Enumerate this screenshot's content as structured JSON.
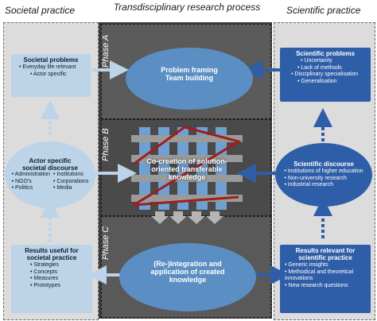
{
  "columns": {
    "left": "Societal practice",
    "middle": "Transdisciplinary research process",
    "right": "Scientific practice"
  },
  "phases": {
    "a": "Phase A",
    "b": "Phase B",
    "c": "Phase C"
  },
  "middle": {
    "top": [
      "Problem framing",
      "Team building"
    ],
    "center": [
      "Co-creation of solution-",
      "oriented transferable",
      "knowledge"
    ],
    "bottom": [
      "(Re-)Integration and",
      "application of created",
      "knowledge"
    ]
  },
  "left": {
    "problems": {
      "title": "Societal problems",
      "items": [
        "Everyday life relevant",
        "Actor specific"
      ]
    },
    "discourse": {
      "title": [
        "Actor specific",
        "societal discourse"
      ],
      "items": [
        "Administration",
        "Institutions",
        "NGO's",
        "Corporations",
        "Politics",
        "Media"
      ]
    },
    "results": {
      "title": [
        "Results useful for",
        "societal practice"
      ],
      "items": [
        "Strategies",
        "Concepts",
        "Measures",
        "Prototypes"
      ]
    }
  },
  "right": {
    "problems": {
      "title": "Scientific problems",
      "items": [
        "Uncertainty",
        "Lack of methods",
        "Disciplinary specialisation",
        "Generalisation"
      ]
    },
    "discourse": {
      "title": "Scientific discourse",
      "items": [
        "institutions of higher education",
        "Non-university research",
        "industrial research"
      ]
    },
    "results": {
      "title": [
        "Results relevant for",
        "scientific practice"
      ],
      "items": [
        "Generic insights",
        "Methodical and theoretical innovations",
        "New research questions"
      ]
    }
  },
  "colors": {
    "light_blue": "#bcd3e8",
    "mid_blue": "#5b8fc4",
    "dark_blue": "#2f5ea8",
    "zigzag_red": "#a11d1d"
  }
}
